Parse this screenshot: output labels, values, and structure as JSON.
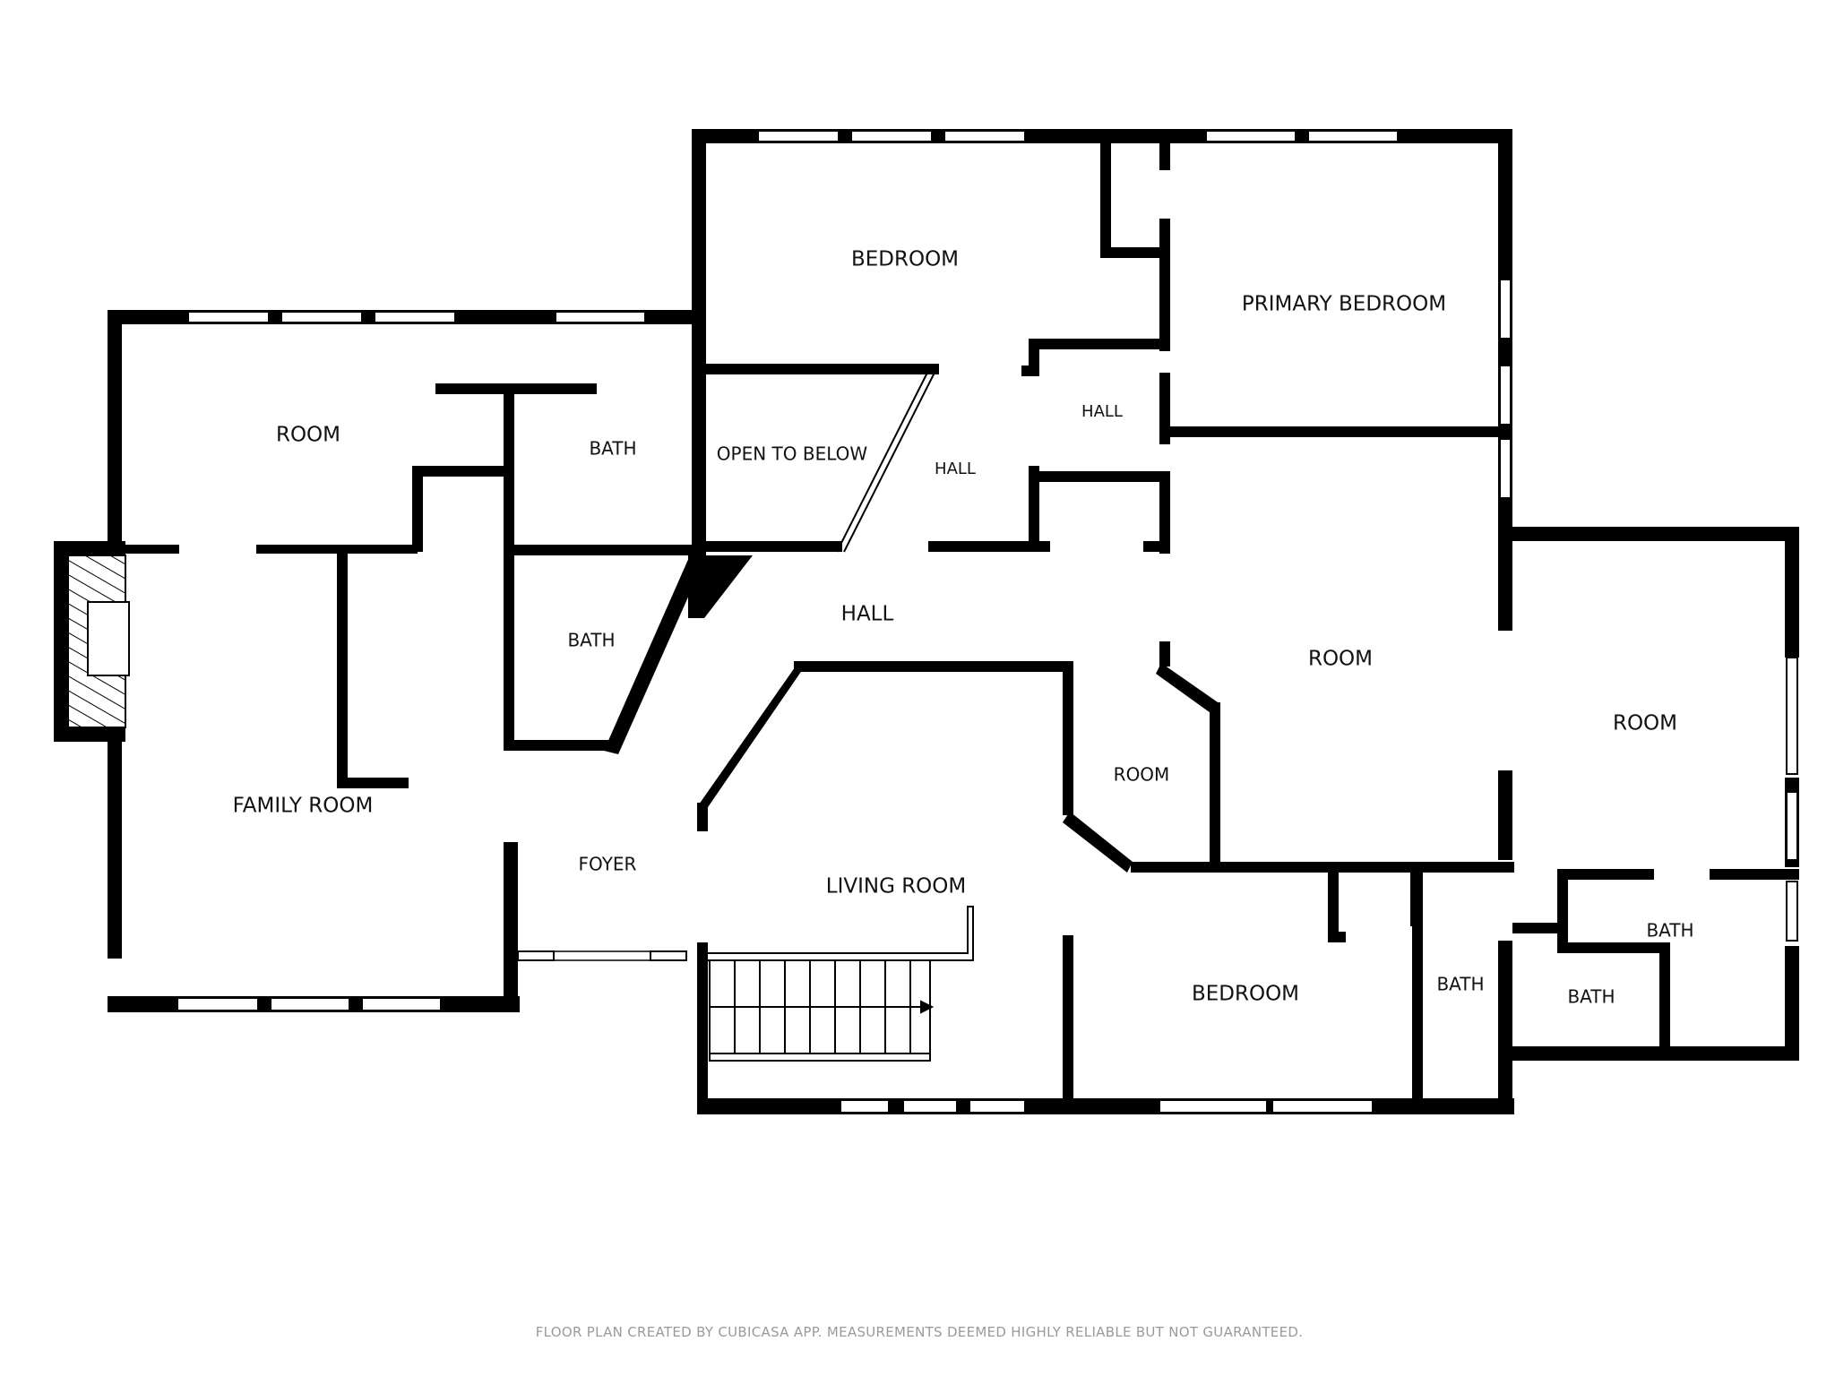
{
  "floor_plan": {
    "rooms": {
      "bedroom_top": "BEDROOM",
      "primary_bedroom": "PRIMARY BEDROOM",
      "room_top_left": "ROOM",
      "bath_top": "BATH",
      "open_to_below": "OPEN TO BELOW",
      "hall_upper": "HALL",
      "hall_small": "HALL",
      "hall_main": "HALL",
      "bath_middle": "BATH",
      "family_room": "FAMILY ROOM",
      "foyer": "FOYER",
      "living_room": "LIVING ROOM",
      "room_small": "ROOM",
      "room_center_right": "ROOM",
      "room_far_right": "ROOM",
      "bedroom_bottom": "BEDROOM",
      "bath_bottom_a": "BATH",
      "bath_bottom_b": "BATH",
      "bath_bottom_c": "BATH"
    },
    "footer_note": "FLOOR PLAN CREATED BY CUBICASA APP. MEASUREMENTS DEEMED HIGHLY RELIABLE BUT NOT GUARANTEED."
  },
  "colors": {
    "wall": "#000000",
    "background": "#ffffff",
    "footer_text": "#9a9a9a"
  }
}
